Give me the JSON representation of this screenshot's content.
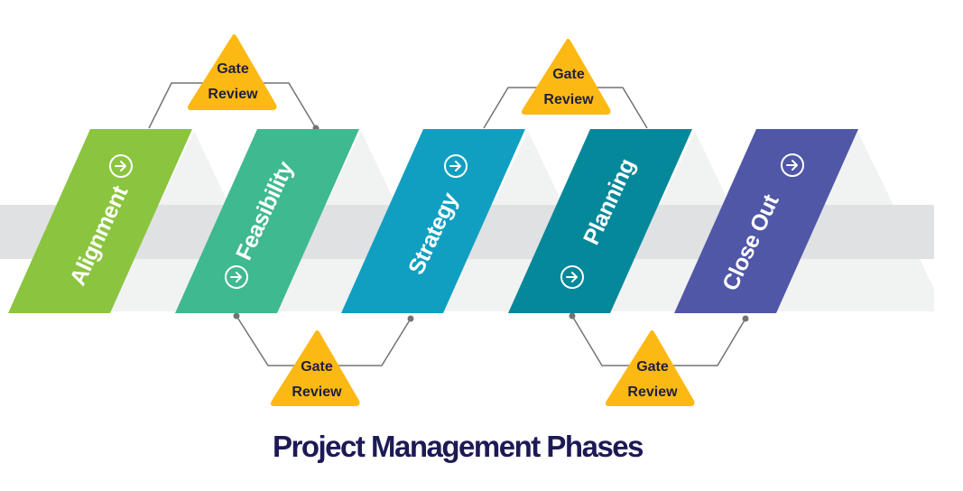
{
  "title": "Project Management Phases",
  "gate_label_line1": "Gate",
  "gate_label_line2": "Review",
  "phases": [
    {
      "label": "Alignment",
      "color": "#8bc53f",
      "icon": "arrow-right-circle-icon"
    },
    {
      "label": "Feasibility",
      "color": "#3fb98f",
      "icon": "arrow-right-circle-icon"
    },
    {
      "label": "Strategy",
      "color": "#119fc1",
      "icon": "arrow-right-circle-icon"
    },
    {
      "label": "Planning",
      "color": "#05889a",
      "icon": "arrow-right-circle-icon"
    },
    {
      "label": "Close Out",
      "color": "#5057a7",
      "icon": "arrow-right-circle-icon"
    }
  ],
  "colors": {
    "gate": "#fdb913",
    "band": "#dfe1e3",
    "shadow": "#f1f2f2",
    "connector": "#737373",
    "title": "#1c1a55"
  }
}
